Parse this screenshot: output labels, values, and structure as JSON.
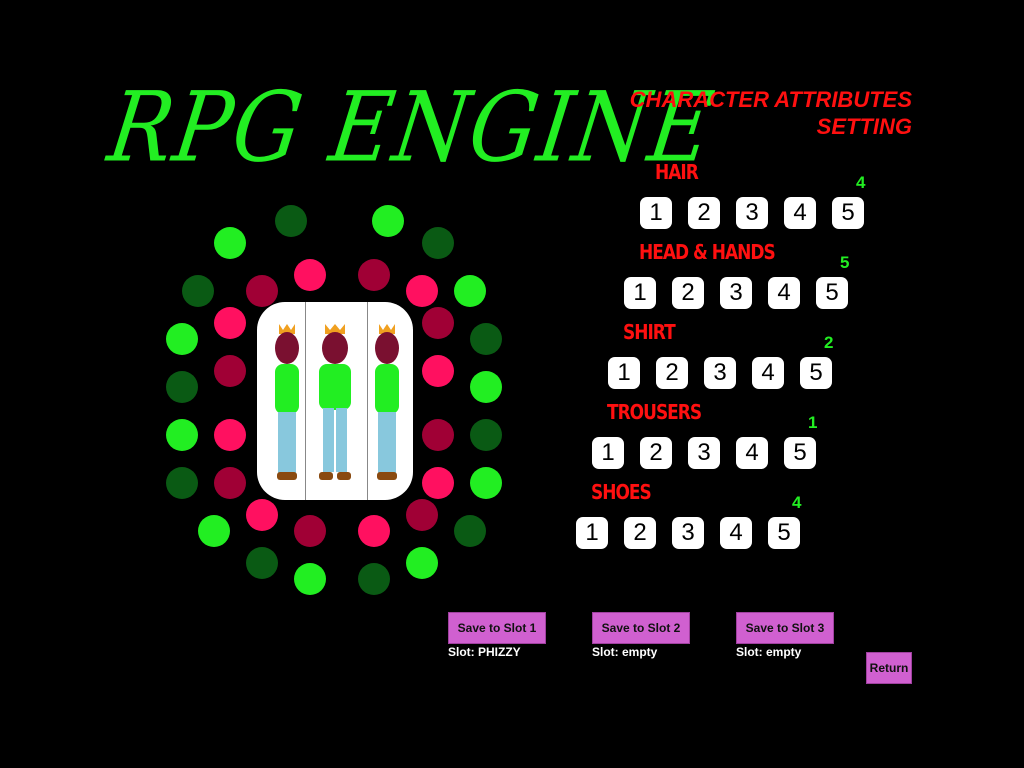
{
  "logo": "RPG ENGINE",
  "title": {
    "line1": "CHARACTER ATTRIBUTES",
    "line2": "SETTING"
  },
  "options": [
    "1",
    "2",
    "3",
    "4",
    "5"
  ],
  "attributes": [
    {
      "label": "HAIR",
      "selected": "4"
    },
    {
      "label": "HEAD & HANDS",
      "selected": "5"
    },
    {
      "label": "SHIRT",
      "selected": "2"
    },
    {
      "label": "TROUSERS",
      "selected": "1"
    },
    {
      "label": "SHOES",
      "selected": "4"
    }
  ],
  "slots": [
    {
      "button": "Save to Slot 1",
      "status": "Slot: PHIZZY"
    },
    {
      "button": "Save to Slot 2",
      "status": "Slot: empty"
    },
    {
      "button": "Save to Slot 3",
      "status": "Slot: empty"
    }
  ],
  "return_label": "Return",
  "colors": {
    "green": "#22ee22",
    "dark_green": "#0a5a14",
    "pink": "#ff1060",
    "dark_red": "#a00035",
    "red": "#ff1010",
    "button": "#d060d0"
  }
}
